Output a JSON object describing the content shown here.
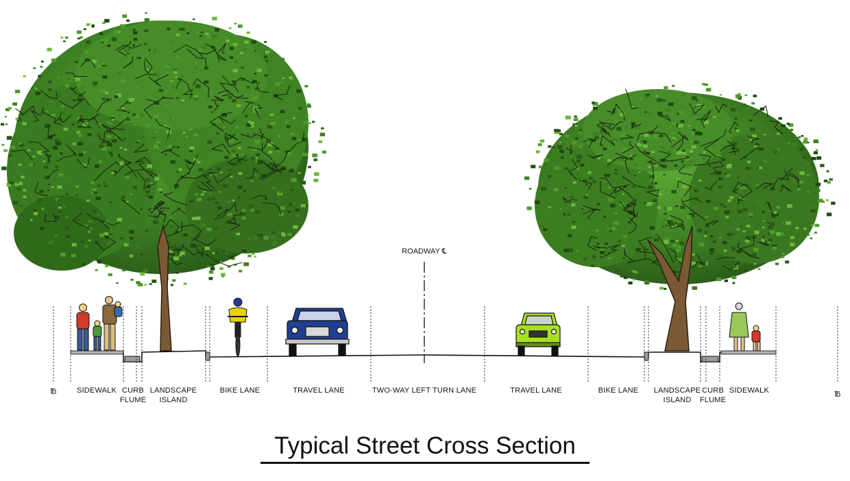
{
  "title": "Typical Street Cross Section",
  "roadway_centerline_label": "ROADWAY ℄",
  "property_line_symbol": "℔",
  "zones": [
    {
      "label_lines": [
        "SIDEWALK"
      ]
    },
    {
      "label_lines": [
        "CURB",
        "FLUME"
      ]
    },
    {
      "label_lines": [
        "LANDSCAPE",
        "ISLAND"
      ]
    },
    {
      "label_lines": [
        "BIKE LANE"
      ]
    },
    {
      "label_lines": [
        "TRAVEL LANE"
      ]
    },
    {
      "label_lines": [
        "TWO-WAY LEFT TURN LANE"
      ]
    },
    {
      "label_lines": [
        "TRAVEL LANE"
      ]
    },
    {
      "label_lines": [
        "BIKE LANE"
      ]
    },
    {
      "label_lines": [
        "LANDSCAPE",
        "ISLAND"
      ]
    },
    {
      "label_lines": [
        "CURB",
        "FLUME"
      ]
    },
    {
      "label_lines": [
        "SIDEWALK"
      ]
    }
  ],
  "colors": {
    "foliage_dark": "#2f6b1e",
    "foliage_light": "#4e9a2c",
    "trunk": "#7a5a35",
    "car_blue": "#1f3f8f",
    "car_lime": "#a6e022",
    "cyclist_yellow": "#e8d400"
  }
}
